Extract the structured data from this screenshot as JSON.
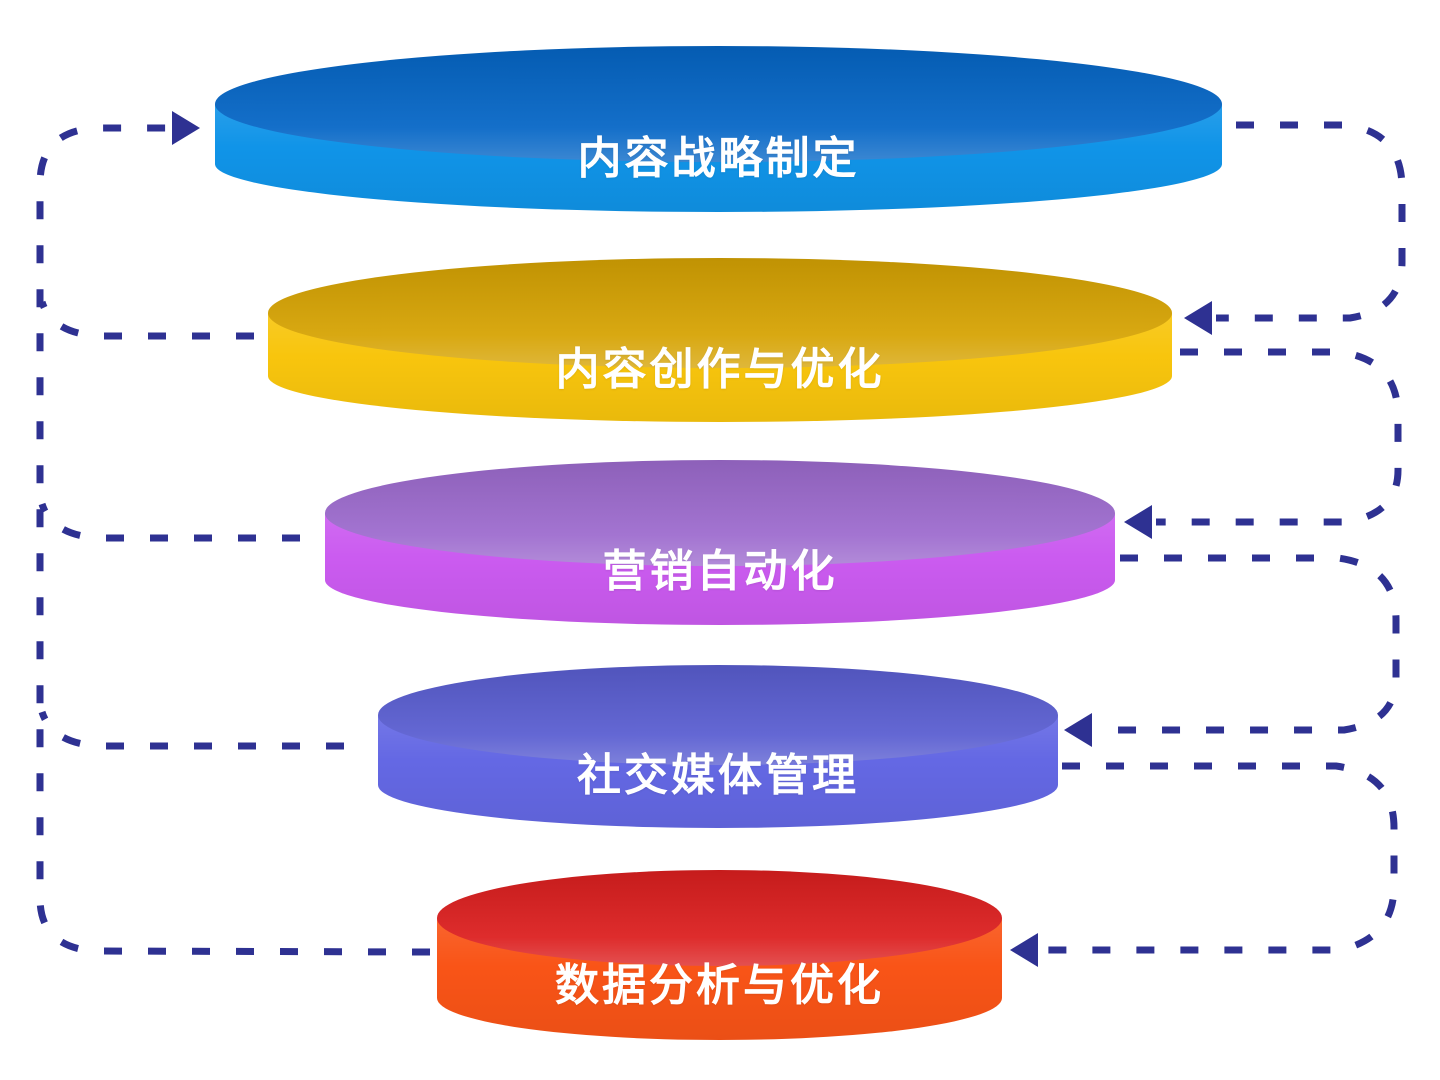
{
  "diagram": {
    "type": "funnel-cycle",
    "label_color": "#ffffff",
    "arrow_color": "#2e3192",
    "layers": [
      {
        "id": "content-strategy",
        "label": "内容战略制定",
        "top_color": "#0566c6",
        "body_color": "#1094e8"
      },
      {
        "id": "content-creation",
        "label": "内容创作与优化",
        "top_color": "#d6a303",
        "body_color": "#f8c50d"
      },
      {
        "id": "marketing-automation",
        "label": "营销自动化",
        "top_color": "#9d6bce",
        "body_color": "#cb5bf0"
      },
      {
        "id": "social-media",
        "label": "社交媒体管理",
        "top_color": "#5a5ed1",
        "body_color": "#6468e4"
      },
      {
        "id": "data-analysis",
        "label": "数据分析与优化",
        "top_color": "#dc1f1f",
        "body_color": "#f95417"
      }
    ]
  }
}
